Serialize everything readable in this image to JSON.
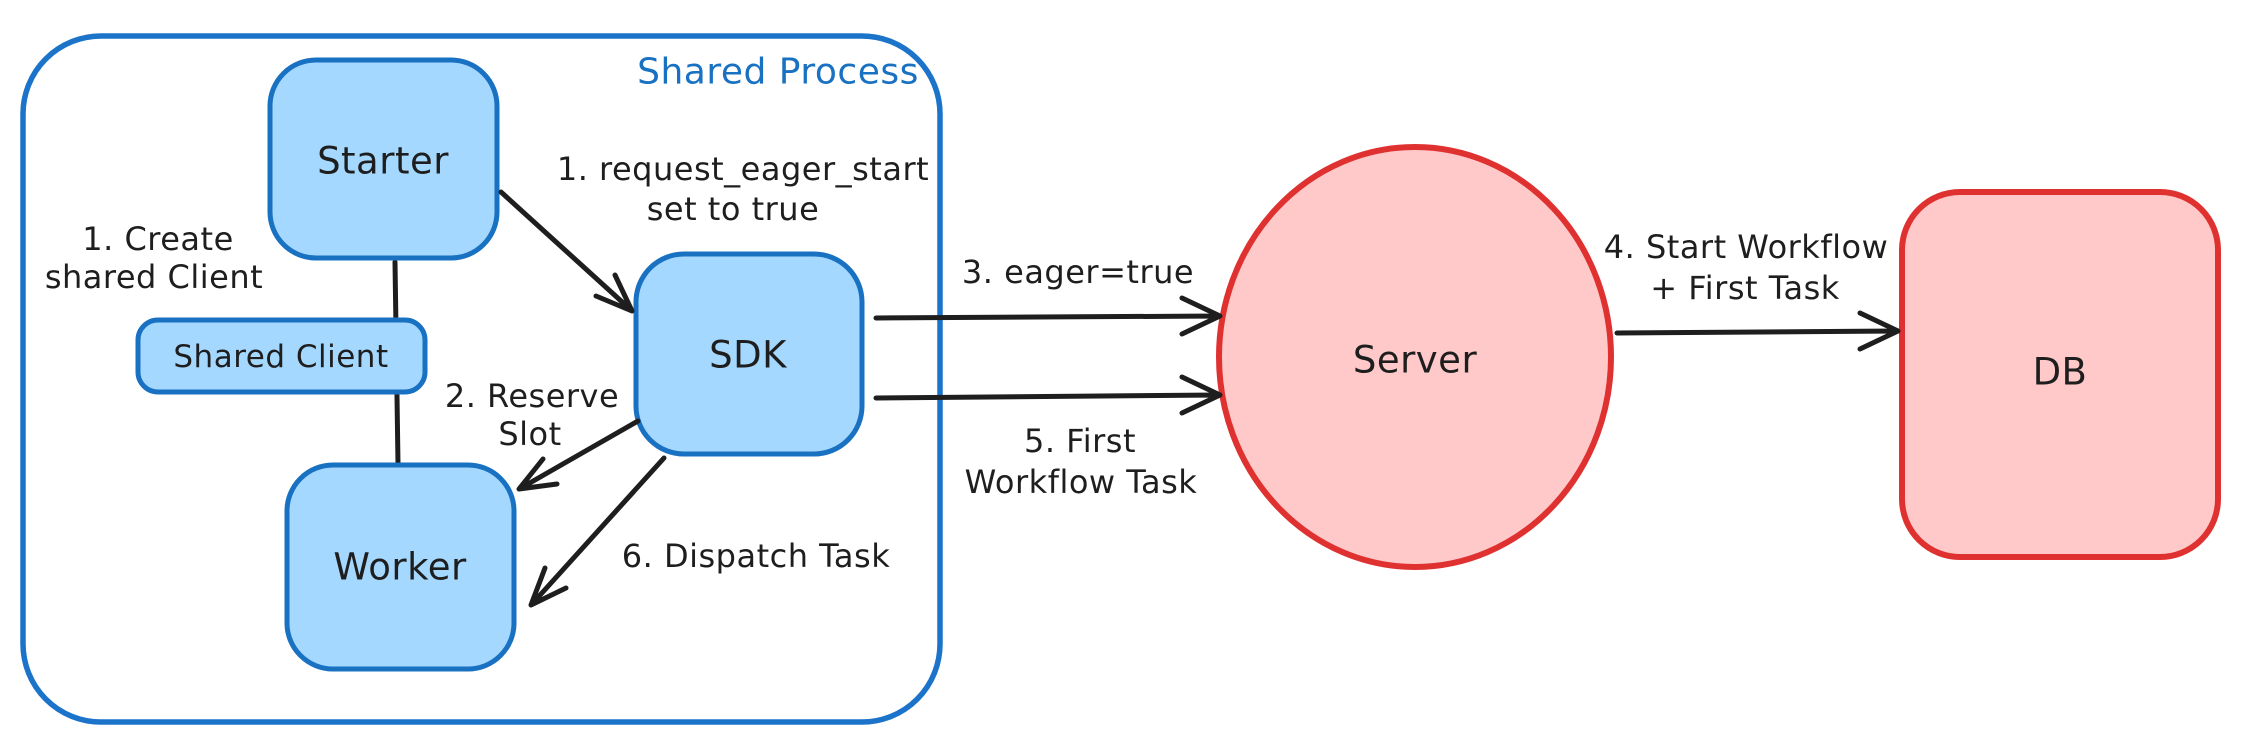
{
  "diagram": {
    "container": {
      "label": "Shared Process"
    },
    "nodes": {
      "starter": "Starter",
      "shared_client": "Shared Client",
      "worker": "Worker",
      "sdk": "SDK",
      "server": "Server",
      "db": "DB"
    },
    "annotations": {
      "create_client_line1": "1. Create",
      "create_client_line2": "shared Client",
      "request_eager_line1": "1. request_eager_start",
      "request_eager_line2": "set to true",
      "reserve_line1": "2. Reserve",
      "reserve_line2": "Slot",
      "eager_true": "3. eager=true",
      "start_workflow_line1": "4. Start Workflow",
      "start_workflow_line2": "+ First Task",
      "first_task_line1": "5. First",
      "first_task_line2": "Workflow Task",
      "dispatch_task": "6. Dispatch Task"
    },
    "colors": {
      "blue_stroke": "#1971c2",
      "blue_fill": "#a5d8ff",
      "red_stroke": "#e03131",
      "red_fill": "#ffc9c9",
      "ink": "#1e1e1e",
      "background": "#ffffff"
    }
  }
}
